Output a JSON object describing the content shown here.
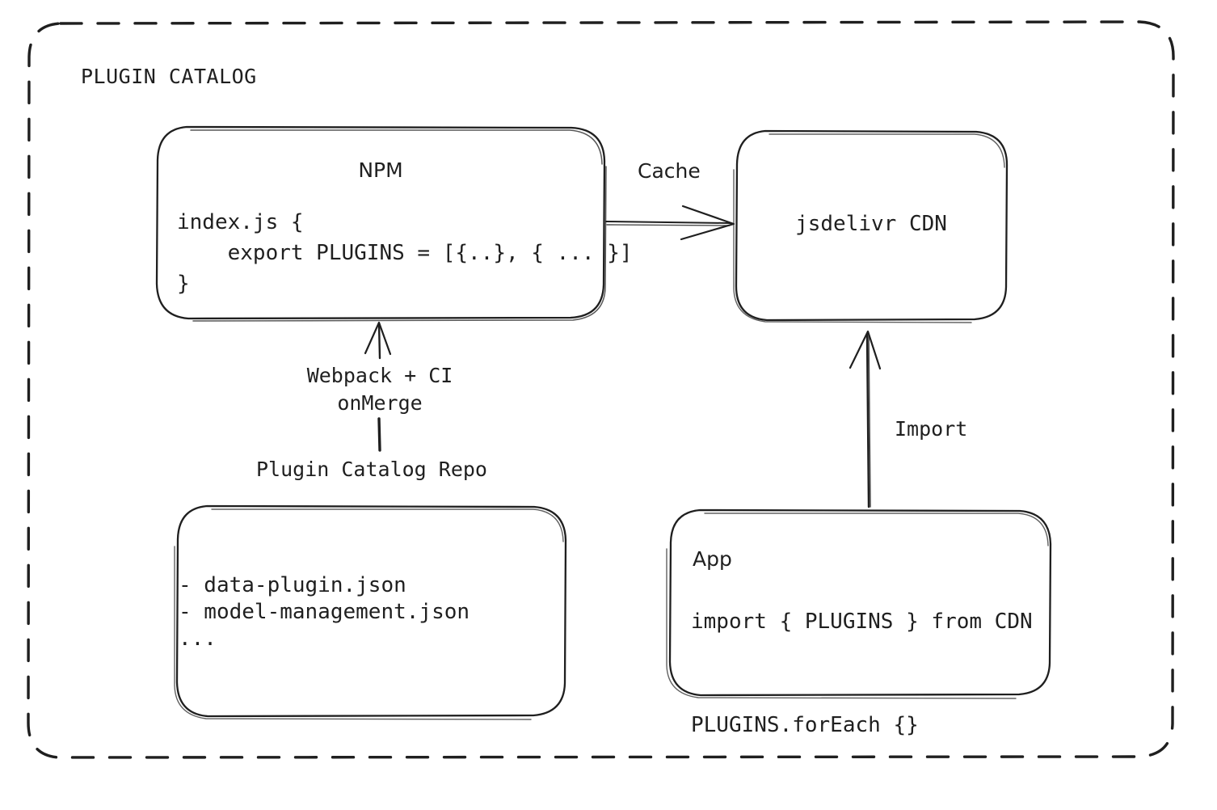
{
  "diagram": {
    "title": "PLUGIN CATALOG",
    "stroke_color": "#1f1f1f",
    "background": "#ffffff",
    "nodes": {
      "npm": {
        "title": "NPM",
        "code": "index.js {\n    export PLUGINS = [{..}, { ... }]\n}"
      },
      "cdn": {
        "title": "jsdelivr CDN"
      },
      "repo": {
        "caption": "Plugin Catalog Repo",
        "items": "- data-plugin.json\n- model-management.json\n..."
      },
      "app": {
        "title": "App",
        "code": "import { PLUGINS } from CDN\n\nPLUGINS.forEach {}"
      }
    },
    "edges": {
      "cache": "Cache",
      "webpack": "Webpack + CI\nonMerge",
      "import": "Import"
    }
  }
}
